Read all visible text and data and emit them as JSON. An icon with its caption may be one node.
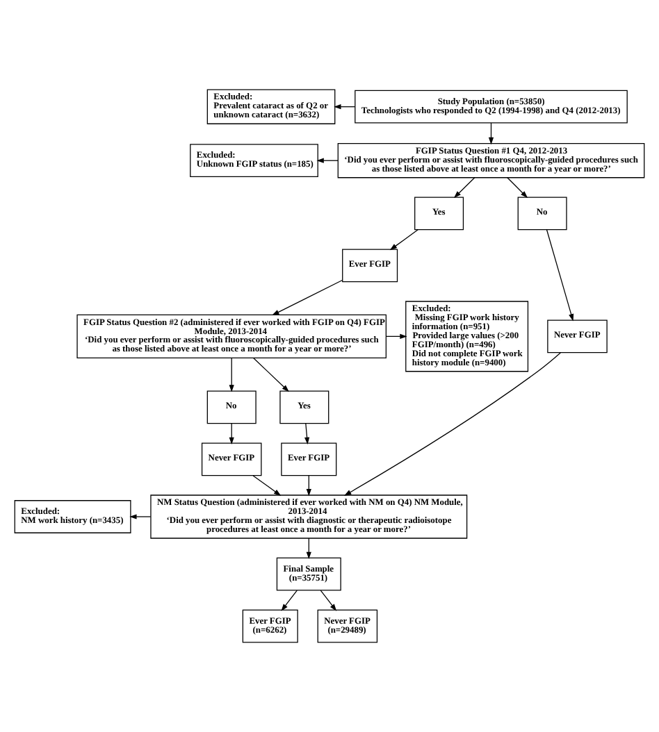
{
  "diagram": {
    "nodes": [
      {
        "text": [
          "Study Population (n=53850)",
          "Technologists who responded to Q2 (1994-1998) and Q4 (2012-2013)"
        ]
      },
      {
        "text": [
          "Excluded:",
          "Prevalent cataract as of Q2 or unknown cataract (n=3632)"
        ]
      },
      {
        "text": [
          "FGIP Status Question #1 Q4, 2012-2013",
          "‘Did you ever perform or assist with fluoroscopically-guided procedures such as those listed above at least once a month for a year or more?’"
        ]
      },
      {
        "text": [
          "Excluded:",
          "Unknown FGIP status (n=185)"
        ]
      },
      {
        "text": [
          "Yes"
        ]
      },
      {
        "text": [
          "No"
        ]
      },
      {
        "text": [
          "Ever FGIP"
        ]
      },
      {
        "text": [
          "Never FGIP"
        ]
      },
      {
        "text": [
          "FGIP Status Question #2 (administered if ever worked with FGIP on Q4) FGIP Module, 2013-2014",
          "‘Did you ever perform or assist with fluoroscopically-guided procedures such as those listed above at least once a month for a year or more?’"
        ]
      },
      {
        "text": [
          "Excluded:",
          "Missing FGIP work history information (n=951)",
          "Provided large values (>200 FGIP/month) (n=496)",
          "Did not complete FGIP work history module (n=9400)"
        ]
      },
      {
        "text": [
          "Yes"
        ]
      },
      {
        "text": [
          "No"
        ]
      },
      {
        "text": [
          "Ever FGIP"
        ]
      },
      {
        "text": [
          "Never FGIP"
        ]
      },
      {
        "text": [
          "NM Status Question (administered if ever worked with NM on Q4) NM Module, 2013-2014",
          "‘Did you ever perform or assist with diagnostic or therapeutic radioisotope procedures at least once a month for a year or more?’"
        ]
      },
      {
        "text": [
          "Excluded:",
          "NM work history (n=3435)"
        ]
      },
      {
        "text": [
          "Final Sample (n=35751)"
        ]
      },
      {
        "text": [
          "Ever FGIP (n=6262)"
        ]
      },
      {
        "text": [
          "Never FGIP (n=29489)"
        ]
      }
    ],
    "edges": [
      {
        "from": 0,
        "to": 1,
        "arrow": "to"
      },
      {
        "from": 0,
        "to": 2,
        "arrow": "to"
      },
      {
        "from": 2,
        "to": 3,
        "arrow": "to"
      },
      {
        "from": 2,
        "to": 4,
        "arrow": "to"
      },
      {
        "from": 2,
        "to": 5,
        "arrow": "to"
      },
      {
        "from": 4,
        "to": 6,
        "arrow": "to"
      },
      {
        "from": 5,
        "to": 7,
        "arrow": "to"
      },
      {
        "from": 6,
        "to": 8,
        "arrow": "to"
      },
      {
        "from": 7,
        "to": 14,
        "arrow": "to"
      },
      {
        "from": 8,
        "to": 9,
        "arrow": "to"
      },
      {
        "from": 8,
        "to": 10,
        "arrow": "to"
      },
      {
        "from": 8,
        "to": 11,
        "arrow": "to"
      },
      {
        "from": 10,
        "to": 12,
        "arrow": "to"
      },
      {
        "from": 11,
        "to": 13,
        "arrow": "to"
      },
      {
        "from": 12,
        "to": 14,
        "arrow": "to"
      },
      {
        "from": 13,
        "to": 14,
        "arrow": "to"
      },
      {
        "from": 14,
        "to": 15,
        "arrow": "to"
      },
      {
        "from": 14,
        "to": 16,
        "arrow": "to"
      },
      {
        "from": 16,
        "to": 17,
        "arrow": "to"
      },
      {
        "from": 16,
        "to": 18,
        "arrow": "to"
      }
    ]
  }
}
